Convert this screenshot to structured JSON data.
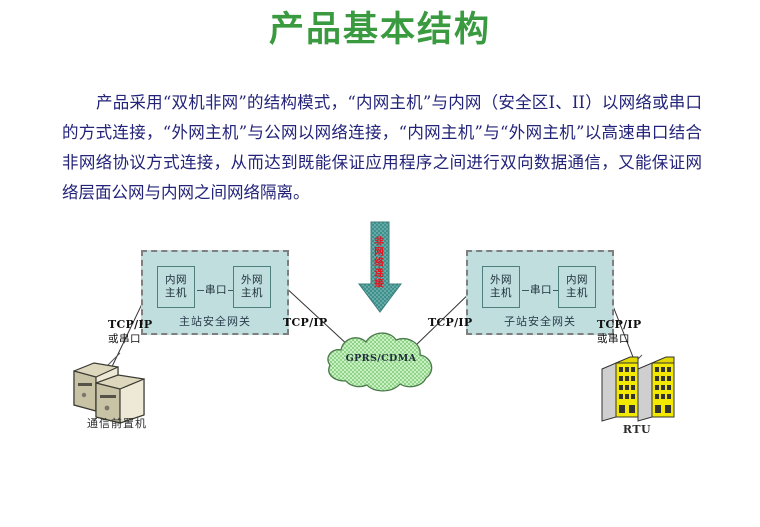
{
  "slide": {
    "title": "产品基本结构",
    "title_color": "#3a9a3f",
    "body_text": "产品采用“双机非网”的结构模式，“内网主机”与内网（安全区I、II）以网络或串口的方式连接，“外网主机”与公网以网络连接，“内网主机”与“外网主机”以高速串口结合非网络协议方式连接，从而达到既能保证应用程序之间进行双向数据通信，又能保证网络层面公网与内网之间网络隔离。",
    "body_color": "#23237a"
  },
  "diagram": {
    "left_gateway": {
      "caption": "主站安全网关",
      "host_inner": "内网主机",
      "host_outer": "外网主机",
      "serial_label": "串口",
      "fill_color": "#bfdedd",
      "border_color": "#7f7f7f"
    },
    "right_gateway": {
      "caption": "子站安全网关",
      "host_outer": "外网主机",
      "host_inner": "内网主机",
      "serial_label": "串口",
      "fill_color": "#bfdedd",
      "border_color": "#7f7f7f"
    },
    "cloud": {
      "label": "GPRS/CDMA",
      "fill_color": "#b9e8b5",
      "border_color": "#4a7a4a"
    },
    "arrow": {
      "label": "非网络连接",
      "fill_color": "#4e9a9a",
      "label_color": "#e8111c"
    },
    "links": {
      "left_device_link": "TCP/IP",
      "left_device_link_sub": "或串口",
      "left_cloud_link": "TCP/IP",
      "right_cloud_link": "TCP/IP",
      "right_device_link": "TCP/IP",
      "right_device_link_sub": "或串口"
    },
    "devices": {
      "front_end": "通信前置机",
      "rtu": "RTU"
    }
  }
}
